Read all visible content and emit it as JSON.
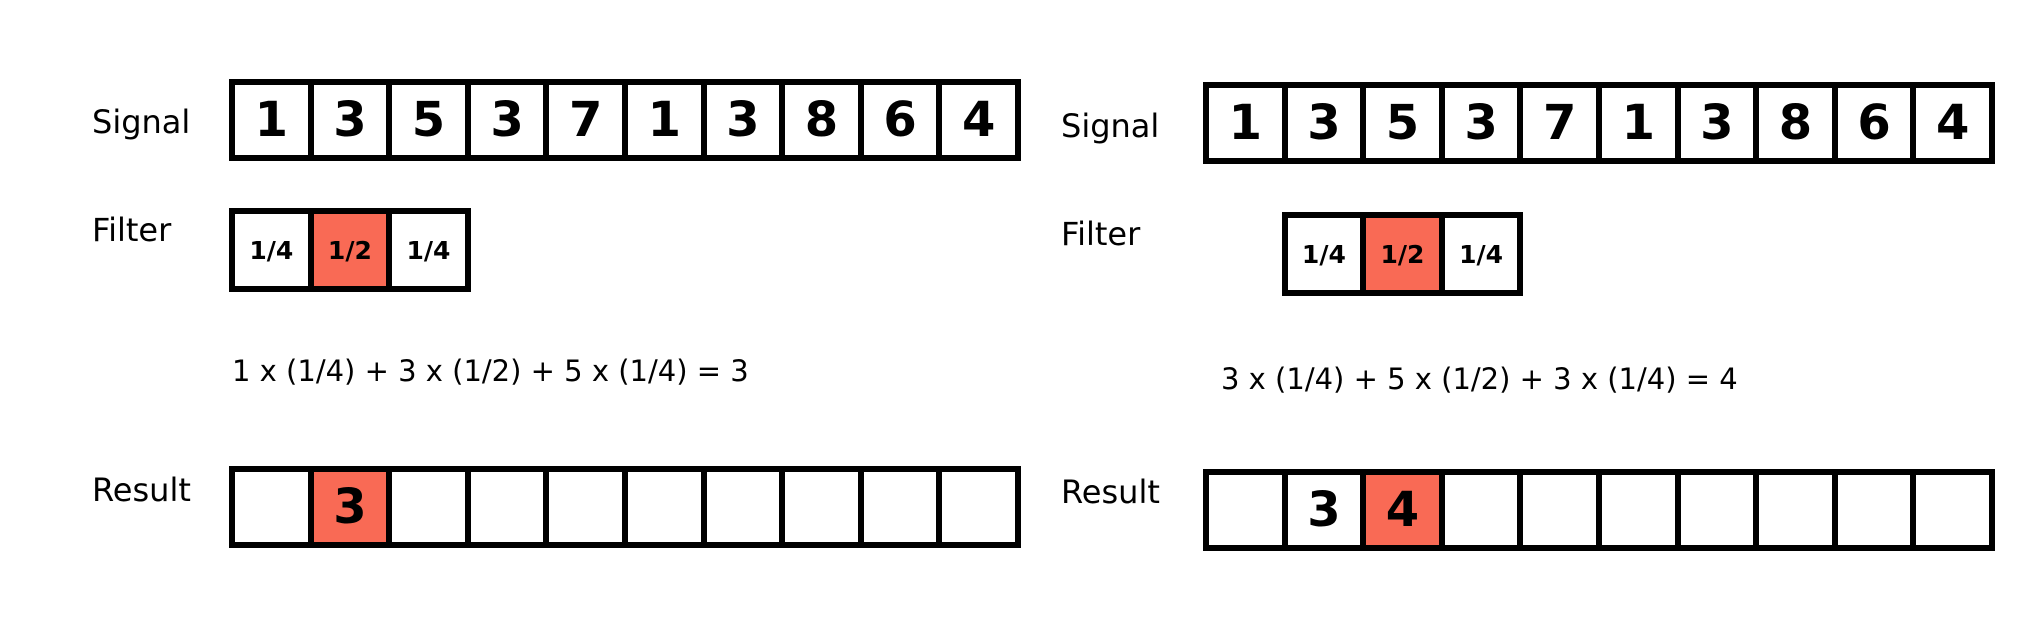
{
  "colors": {
    "highlight": "#f96a55",
    "border": "#000000",
    "background": "#ffffff"
  },
  "panels": [
    {
      "signal_label": "Signal",
      "filter_label": "Filter",
      "result_label": "Result",
      "signal": [
        "1",
        "3",
        "5",
        "3",
        "7",
        "1",
        "3",
        "8",
        "6",
        "4"
      ],
      "filter": [
        "1/4",
        "1/2",
        "1/4"
      ],
      "filter_highlight": 1,
      "filter_offset_cells": 0,
      "equation": "1 x (1/4) + 3 x (1/2) + 5 x (1/4) = 3",
      "result": [
        "",
        "3",
        "",
        "",
        "",
        "",
        "",
        "",
        "",
        ""
      ],
      "result_highlight": 1
    },
    {
      "signal_label": "Signal",
      "filter_label": "Filter",
      "result_label": "Result",
      "signal": [
        "1",
        "3",
        "5",
        "3",
        "7",
        "1",
        "3",
        "8",
        "6",
        "4"
      ],
      "filter": [
        "1/4",
        "1/2",
        "1/4"
      ],
      "filter_highlight": 1,
      "filter_offset_cells": 1,
      "equation": "3 x (1/4) + 5 x (1/2) + 3 x (1/4) = 4",
      "result": [
        "",
        "3",
        "4",
        "",
        "",
        "",
        "",
        "",
        "",
        ""
      ],
      "result_highlight": 2
    }
  ]
}
